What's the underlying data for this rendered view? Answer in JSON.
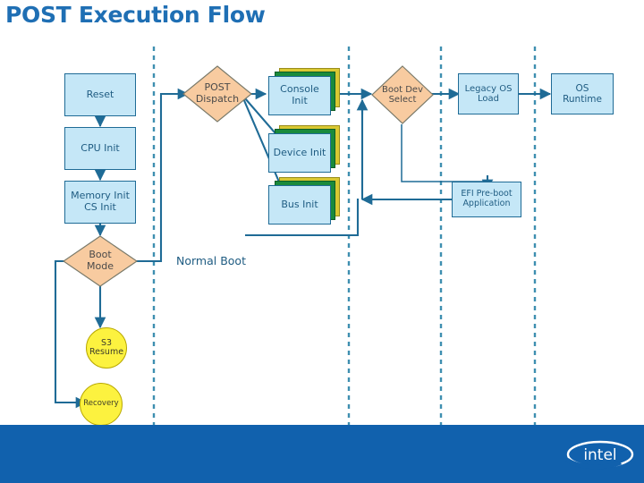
{
  "slide": {
    "title": "POST Execution Flow",
    "title_color": "#1F6FB4",
    "background": "#FFFFFF",
    "brand_bar_color": "#1161AD",
    "logo": "intel-logo",
    "logo_text": "intel"
  },
  "palette": {
    "process_fill": "#C5E7F7",
    "process_stroke": "#1F6B96",
    "decision_fill": "#F8CBA0",
    "decision_stroke": "#7a7a6a",
    "terminator_fill": "#FCF23F",
    "terminator_stroke": "#B8A800",
    "stack_back_fill": "#D9C832",
    "stack_mid_fill": "#1A8A3C",
    "connector": "#1F6B96",
    "phase_divider": "#3E8FB0"
  },
  "nodes": {
    "reset": {
      "label": "Reset",
      "shape": "process"
    },
    "cpu_init": {
      "label": "CPU Init",
      "shape": "process"
    },
    "memory_init": {
      "label": "Memory Init\nCS Init",
      "shape": "process"
    },
    "boot_mode": {
      "label": "Boot\nMode",
      "shape": "decision"
    },
    "s3_resume": {
      "label": "S3\nResume",
      "shape": "terminator"
    },
    "recovery": {
      "label": "Recovery",
      "shape": "terminator"
    },
    "post_dispatch": {
      "label": "POST\nDispatch",
      "shape": "decision"
    },
    "console_init": {
      "label": "Console\nInit",
      "shape": "stack"
    },
    "device_init": {
      "label": "Device Init",
      "shape": "stack"
    },
    "bus_init": {
      "label": "Bus Init",
      "shape": "stack"
    },
    "boot_dev_select": {
      "label": "Boot Dev\nSelect",
      "shape": "decision"
    },
    "legacy_os_load": {
      "label": "Legacy OS\nLoad",
      "shape": "process"
    },
    "efi_preboot": {
      "label": "EFI Pre-boot\nApplication",
      "shape": "process"
    },
    "os_runtime": {
      "label": "OS\nRuntime",
      "shape": "process"
    }
  },
  "labels": {
    "normal_boot": "Normal Boot"
  },
  "phase_dividers": [
    172,
    390,
    493,
    598
  ]
}
